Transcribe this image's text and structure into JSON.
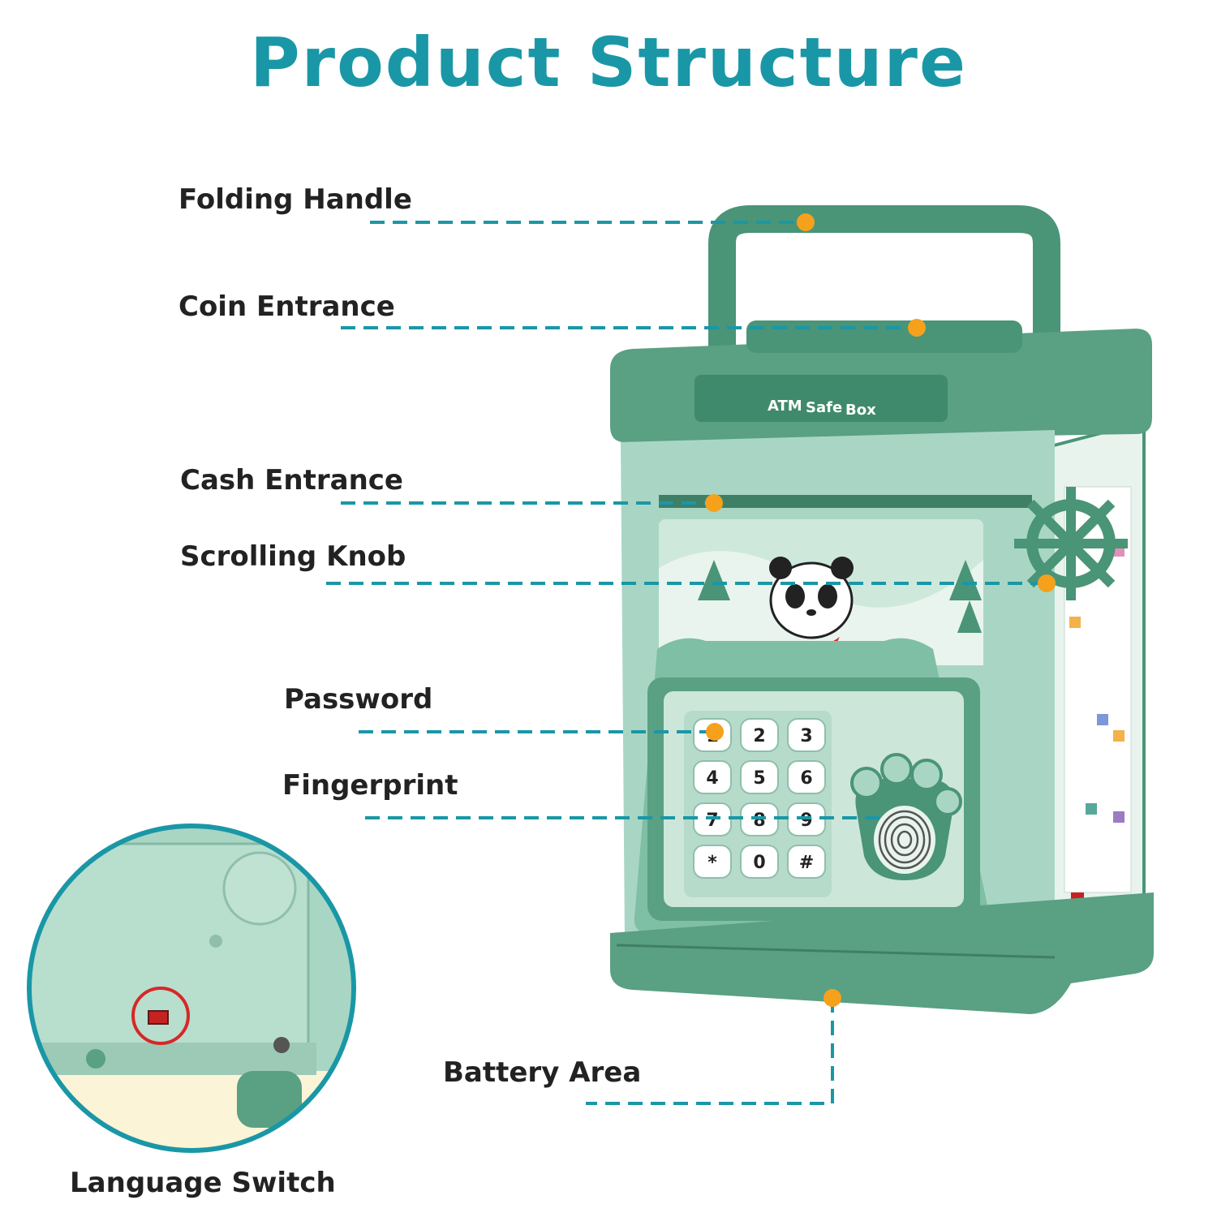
{
  "title": "Product Structure",
  "labels": {
    "folding_handle": "Folding Handle",
    "coin_entrance": "Coin Entrance",
    "cash_entrance": "Cash Entrance",
    "scrolling_knob": "Scrolling Knob",
    "password": "Password",
    "fingerprint": "Fingerprint",
    "battery_area": "Battery Area",
    "language_switch": "Language Switch"
  },
  "box_text": {
    "brand_atm": "ATM",
    "brand_safe": "Safe",
    "brand_box": "Box"
  },
  "keypad": [
    "1",
    "2",
    "3",
    "4",
    "5",
    "6",
    "7",
    "8",
    "9",
    "*",
    "0",
    "#"
  ],
  "colors": {
    "title": "#1a97a6",
    "leader": "#1a97a6",
    "dot": "#f5a11c",
    "box_dark": "#4a9478",
    "box_light": "#a9d6c4",
    "highlight": "#d62828"
  }
}
